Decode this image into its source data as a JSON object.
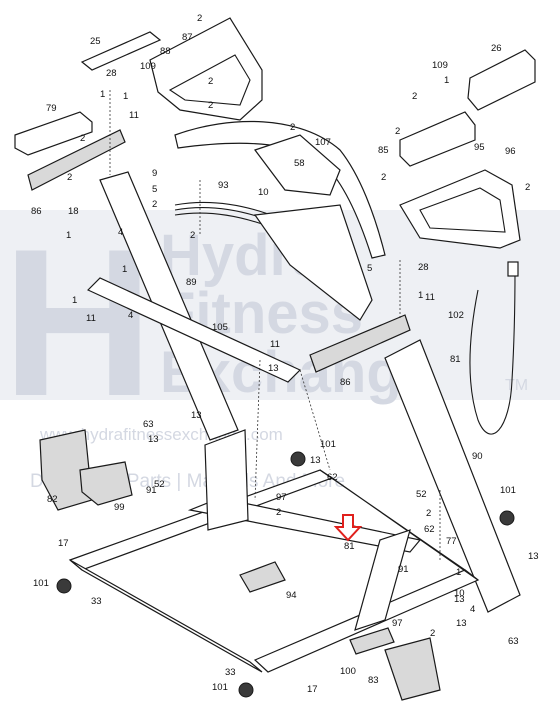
{
  "watermark": {
    "logo_letters": "H",
    "line1": "Hydra",
    "line2": "Fitness",
    "line3": "Exchange",
    "tm": "TM",
    "url": "www.hydrafitnessexchange.com",
    "tagline": "Diagrams | Parts | Manuals And More"
  },
  "callouts": {
    "highlighted_part": "81",
    "highlight_color": "#e0201c"
  },
  "labels": [
    {
      "id": "l2a",
      "text": "2"
    },
    {
      "id": "l25",
      "text": "25"
    },
    {
      "id": "l87",
      "text": "87"
    },
    {
      "id": "l88",
      "text": "88"
    },
    {
      "id": "l109a",
      "text": "109"
    },
    {
      "id": "l28a",
      "text": "28"
    },
    {
      "id": "l1a",
      "text": "1"
    },
    {
      "id": "l1b",
      "text": "1"
    },
    {
      "id": "l2b",
      "text": "2"
    },
    {
      "id": "l2c",
      "text": "2"
    },
    {
      "id": "l79",
      "text": "79"
    },
    {
      "id": "l11a",
      "text": "11"
    },
    {
      "id": "l2d",
      "text": "2"
    },
    {
      "id": "l2e",
      "text": "2"
    },
    {
      "id": "l2f",
      "text": "2"
    },
    {
      "id": "l86a",
      "text": "86"
    },
    {
      "id": "l26",
      "text": "26"
    },
    {
      "id": "l109b",
      "text": "109"
    },
    {
      "id": "l1c",
      "text": "1"
    },
    {
      "id": "l2g",
      "text": "2"
    },
    {
      "id": "l107",
      "text": "107"
    },
    {
      "id": "l85",
      "text": "85"
    },
    {
      "id": "l2h",
      "text": "2"
    },
    {
      "id": "l95",
      "text": "95"
    },
    {
      "id": "l96",
      "text": "96"
    },
    {
      "id": "l2i",
      "text": "2"
    },
    {
      "id": "l2j",
      "text": "2"
    },
    {
      "id": "l58",
      "text": "58"
    },
    {
      "id": "l9",
      "text": "9"
    },
    {
      "id": "l5a",
      "text": "5"
    },
    {
      "id": "l2k",
      "text": "2"
    },
    {
      "id": "l93",
      "text": "93"
    },
    {
      "id": "l10a",
      "text": "10"
    },
    {
      "id": "l18",
      "text": "18"
    },
    {
      "id": "l1d",
      "text": "1"
    },
    {
      "id": "l4a",
      "text": "4"
    },
    {
      "id": "l1e",
      "text": "1"
    },
    {
      "id": "l1f",
      "text": "1"
    },
    {
      "id": "l4b",
      "text": "4"
    },
    {
      "id": "l11b",
      "text": "11"
    },
    {
      "id": "l2l",
      "text": "2"
    },
    {
      "id": "l89",
      "text": "89"
    },
    {
      "id": "l5b",
      "text": "5"
    },
    {
      "id": "l28b",
      "text": "28"
    },
    {
      "id": "l1g",
      "text": "1"
    },
    {
      "id": "l11c",
      "text": "11"
    },
    {
      "id": "l102",
      "text": "102"
    },
    {
      "id": "l105",
      "text": "105"
    },
    {
      "id": "l11d",
      "text": "11"
    },
    {
      "id": "l13a",
      "text": "13"
    },
    {
      "id": "l81a",
      "text": "81"
    },
    {
      "id": "l86b",
      "text": "86"
    },
    {
      "id": "l63a",
      "text": "63"
    },
    {
      "id": "l13b",
      "text": "13"
    },
    {
      "id": "l13c",
      "text": "13"
    },
    {
      "id": "l101a",
      "text": "101"
    },
    {
      "id": "l13d",
      "text": "13"
    },
    {
      "id": "l52a",
      "text": "52"
    },
    {
      "id": "l62a",
      "text": "62"
    },
    {
      "id": "l90",
      "text": "90"
    },
    {
      "id": "l82",
      "text": "82"
    },
    {
      "id": "l99",
      "text": "99"
    },
    {
      "id": "l91a",
      "text": "91"
    },
    {
      "id": "l97a",
      "text": "97"
    },
    {
      "id": "l2m",
      "text": "2"
    },
    {
      "id": "l52b",
      "text": "52"
    },
    {
      "id": "l62b",
      "text": "62"
    },
    {
      "id": "l101b",
      "text": "101"
    },
    {
      "id": "l13e",
      "text": "13"
    },
    {
      "id": "l17a",
      "text": "17"
    },
    {
      "id": "l81b",
      "text": "81"
    },
    {
      "id": "l77",
      "text": "77"
    },
    {
      "id": "l13f",
      "text": "13"
    },
    {
      "id": "l101c",
      "text": "101"
    },
    {
      "id": "l33a",
      "text": "33"
    },
    {
      "id": "l91b",
      "text": "91"
    },
    {
      "id": "l94",
      "text": "94"
    },
    {
      "id": "l10b",
      "text": "10"
    },
    {
      "id": "l4c",
      "text": "4"
    },
    {
      "id": "l13g",
      "text": "13"
    },
    {
      "id": "l63b",
      "text": "63"
    },
    {
      "id": "l97b",
      "text": "97"
    },
    {
      "id": "l2n",
      "text": "2"
    },
    {
      "id": "l33b",
      "text": "33"
    },
    {
      "id": "l100",
      "text": "100"
    },
    {
      "id": "l83",
      "text": "83"
    },
    {
      "id": "l101d",
      "text": "101"
    },
    {
      "id": "l17b",
      "text": "17"
    },
    {
      "id": "l1h",
      "text": "1"
    },
    {
      "id": "l2o",
      "text": "2"
    }
  ]
}
